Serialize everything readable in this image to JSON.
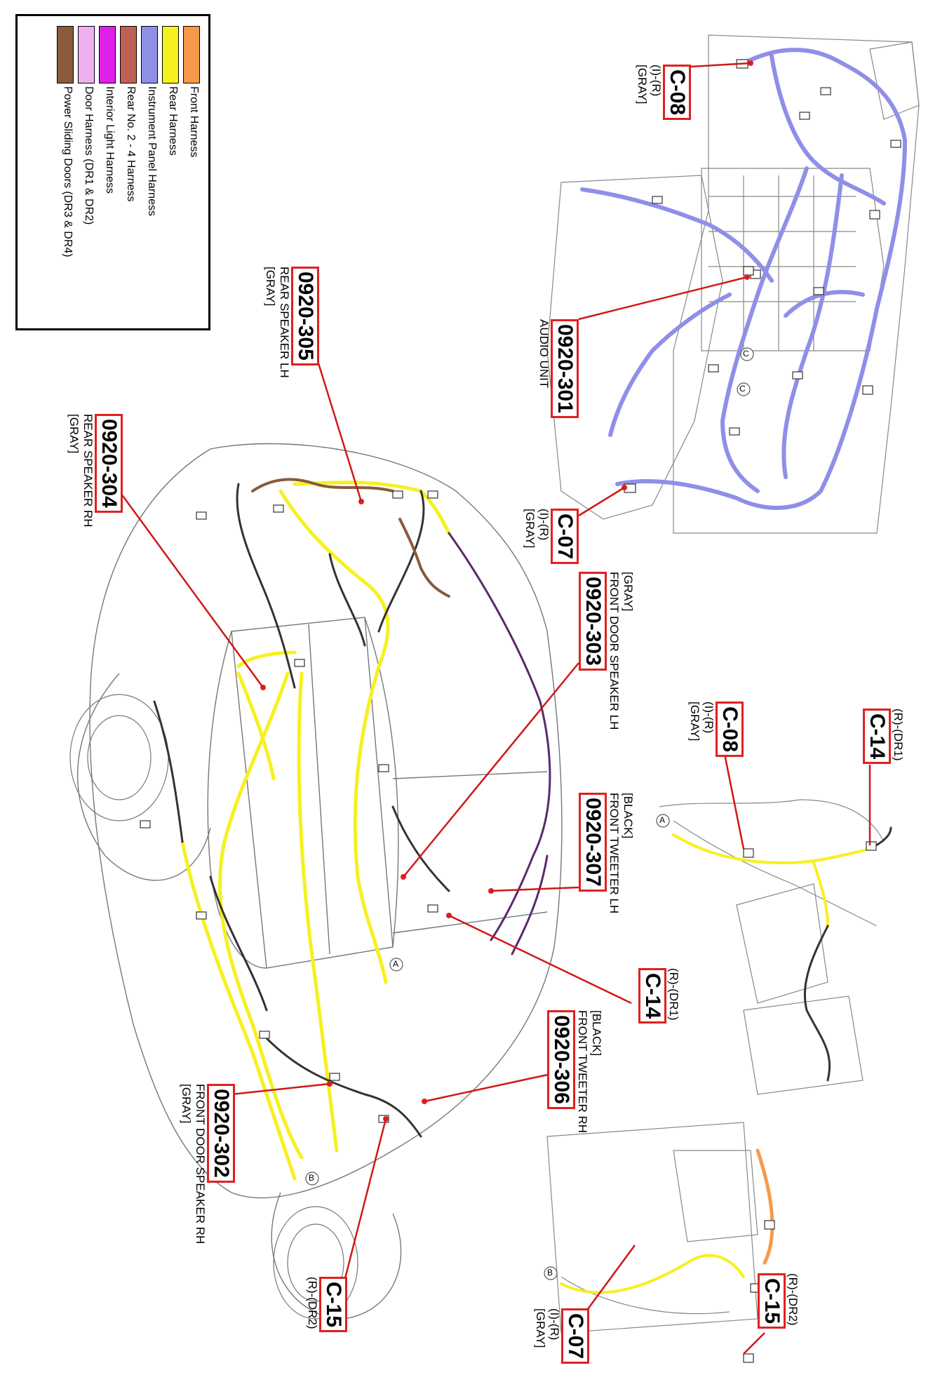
{
  "legend": {
    "items": [
      {
        "label": "Front Harness",
        "color": "#f59a4a"
      },
      {
        "label": "Rear Harness",
        "color": "#f7f020"
      },
      {
        "label": "Instrument Panel Harness",
        "color": "#8f8fe8"
      },
      {
        "label": "Rear No. 2 - 4 Harness",
        "color": "#c06055"
      },
      {
        "label": "Interior Light Harness",
        "color": "#e020e8"
      },
      {
        "label": "Door Harness (DR1 & DR2)",
        "color": "#f0b0f0"
      },
      {
        "label": "Power Sliding Doors (DR3 & DR4)",
        "color": "#8a5a3a"
      }
    ]
  },
  "callouts": [
    {
      "code": "C-08",
      "lines": [
        "(I)-(R)",
        "[GRAY]"
      ]
    },
    {
      "code": "0920-301",
      "lines": [
        "AUDIO UNIT"
      ]
    },
    {
      "code": "C-07",
      "lines": [
        "(I)-(R)",
        "[GRAY]"
      ]
    },
    {
      "code": "0920-305",
      "lines": [
        "REAR SPEAKER LH",
        "[GRAY]"
      ]
    },
    {
      "code": "0920-304",
      "lines": [
        "REAR SPEAKER RH",
        "[GRAY]"
      ]
    },
    {
      "code": "0920-303",
      "lines": [
        "[GRAY]",
        "FRONT DOOR SPEAKER LH"
      ]
    },
    {
      "code": "0920-307",
      "lines": [
        "[BLACK]",
        "FRONT TWEETER LH"
      ]
    },
    {
      "code": "C-14",
      "lines": [
        "(R)-(DR1)"
      ]
    },
    {
      "code": "C-08",
      "lines": [
        "(I)-(R)",
        "[GRAY]"
      ]
    },
    {
      "code": "C-14",
      "lines": [
        "(R)-(DR1)"
      ]
    },
    {
      "code": "0920-306",
      "lines": [
        "[BLACK]",
        "FRONT TWEETER RH"
      ]
    },
    {
      "code": "0920-302",
      "lines": [
        "FRONT DOOR SPEAKER RH",
        "[GRAY]"
      ]
    },
    {
      "code": "C-15",
      "lines": [
        "(R)-(DR2)"
      ]
    },
    {
      "code": "C-07",
      "lines": [
        "(I)-(R)",
        "[GRAY]"
      ]
    },
    {
      "code": "C-15",
      "lines": [
        "(R)-(DR2)"
      ]
    }
  ],
  "markers": [
    "A",
    "B",
    "C",
    "A",
    "B",
    "C"
  ]
}
